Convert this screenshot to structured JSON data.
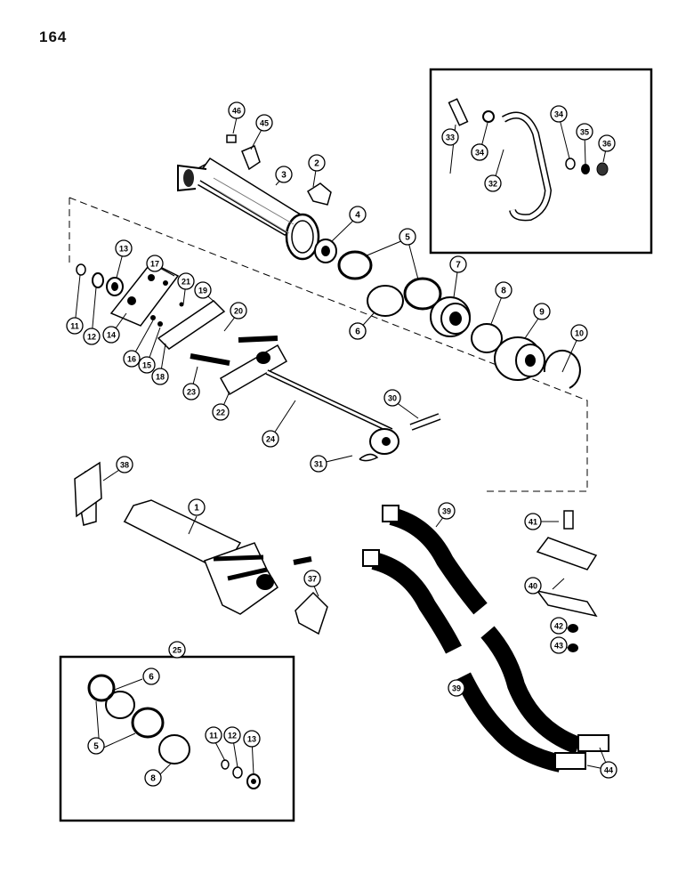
{
  "page_number": "164",
  "callouts": [
    "1",
    "2",
    "3",
    "4",
    "5",
    "5",
    "5",
    "6",
    "6",
    "7",
    "8",
    "8",
    "9",
    "10",
    "11",
    "11",
    "12",
    "12",
    "13",
    "13",
    "14",
    "15",
    "16",
    "17",
    "18",
    "19",
    "20",
    "21",
    "22",
    "23",
    "24",
    "25",
    "30",
    "31",
    "32",
    "33",
    "34",
    "34",
    "34",
    "35",
    "36",
    "37",
    "38",
    "39",
    "39",
    "40",
    "41",
    "42",
    "43",
    "44",
    "45",
    "46"
  ]
}
